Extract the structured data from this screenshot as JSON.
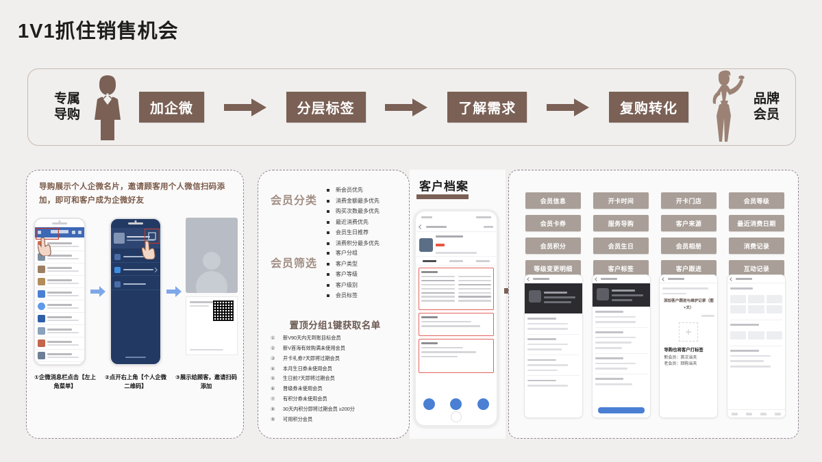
{
  "page": {
    "title": "1V1抓住销售机会",
    "background_color": "#f0efed",
    "accent_brown": "#7a6055",
    "tag_chip_color": "#a99f98",
    "dashed_border_color": "#8d8291"
  },
  "flow": {
    "left_label": "专属\n导购",
    "left_label_line1": "专属",
    "left_label_line2": "导购",
    "right_label_line1": "品牌",
    "right_label_line2": "会员",
    "steps": [
      {
        "label": "加企微"
      },
      {
        "label": "分层标签"
      },
      {
        "label": "了解需求"
      },
      {
        "label": "复购转化"
      }
    ],
    "icons": {
      "left": "sales-associate-icon",
      "right": "brand-member-icon",
      "arrow": "arrow-right-icon"
    }
  },
  "panels": {
    "onboarding": {
      "headline": "导购展示个人企微名片，邀请顾客用个人微信扫码添加，即可和客户成为企微好友",
      "captions": [
        "①企微消息栏点击【左上角菜单】",
        "②点开右上角【个人企微二维码】",
        "③展示给顾客，邀请扫码添加"
      ]
    },
    "segmentation": {
      "classification_title": "会员分类",
      "classification_items": [
        "新会员优先",
        "消费金额最多优先",
        "购买次数最多优先",
        "最近消费优先",
        "会员生日推荐",
        "消费积分最多优先"
      ],
      "filter_title": "会员筛选",
      "filter_items": [
        "客户分组",
        "客户类型",
        "客户等级",
        "客户级别",
        "会员标签"
      ],
      "pinned_title": "置顶分组1键获取名单",
      "pinned_items": [
        {
          "num": "①",
          "text": "新V90天内无到账目标会员"
        },
        {
          "num": "②",
          "text": "新V首海有效购满未使用会员"
        },
        {
          "num": "③",
          "text": "开卡礼券7天即将过期会员"
        },
        {
          "num": "④",
          "text": "本月生日券未使用会员"
        },
        {
          "num": "⑤",
          "text": "生日前7天即将过期会员"
        },
        {
          "num": "⑥",
          "text": "晋级券未使用会员"
        },
        {
          "num": "⑦",
          "text": "有积分券未使用会员"
        },
        {
          "num": "⑧",
          "text": "30天内积分即将过期会员 ≥200分"
        },
        {
          "num": "⑨",
          "text": "可用积分会员"
        }
      ]
    },
    "profile": {
      "title": "客户档案"
    },
    "tags": {
      "chips": [
        "会员信息",
        "开卡时间",
        "开卡门店",
        "会员等级",
        "会员卡券",
        "服务导购",
        "客户来源",
        "最近消费日期",
        "会员积分",
        "会员生日",
        "会员相册",
        "消费记录",
        "等级变更明细",
        "客户标签",
        "客户跟进",
        "互动记录"
      ],
      "phone3": {
        "heading": "添加客户跟进与维护记录（图+文）",
        "note_title": "导购也将客户打标签",
        "note_line1": "新会员：首次当天",
        "note_line2": "老会员：回购当天"
      }
    }
  }
}
